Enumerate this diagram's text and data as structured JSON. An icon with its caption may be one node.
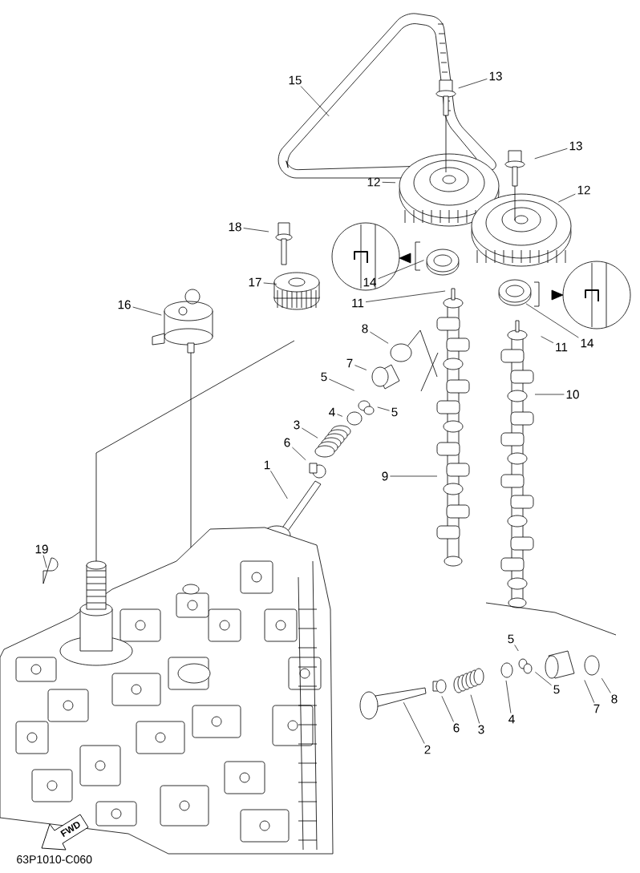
{
  "diagram": {
    "nodes": [
      {
        "text": [
          "15"
        ]
      },
      {
        "text": [
          "13"
        ]
      },
      {
        "text": [
          "13"
        ]
      },
      {
        "text": [
          "12"
        ]
      },
      {
        "text": [
          "12"
        ]
      },
      {
        "text": [
          "18"
        ]
      },
      {
        "text": [
          "17"
        ]
      },
      {
        "text": [
          "14"
        ]
      },
      {
        "text": [
          "14"
        ]
      },
      {
        "text": [
          "16"
        ]
      },
      {
        "text": [
          "11"
        ]
      },
      {
        "text": [
          "11"
        ]
      },
      {
        "text": [
          "8"
        ]
      },
      {
        "text": [
          "7"
        ]
      },
      {
        "text": [
          "10"
        ]
      },
      {
        "text": [
          "5"
        ]
      },
      {
        "text": [
          "4"
        ]
      },
      {
        "text": [
          "5"
        ]
      },
      {
        "text": [
          "3"
        ]
      },
      {
        "text": [
          "6"
        ]
      },
      {
        "text": [
          "1"
        ]
      },
      {
        "text": [
          "9"
        ]
      },
      {
        "text": [
          "19"
        ]
      },
      {
        "text": [
          "5"
        ]
      },
      {
        "text": [
          "2"
        ]
      },
      {
        "text": [
          "6"
        ]
      },
      {
        "text": [
          "3"
        ]
      },
      {
        "text": [
          "4"
        ]
      },
      {
        "text": [
          "5"
        ]
      },
      {
        "text": [
          "7"
        ]
      },
      {
        "text": [
          "8"
        ]
      }
    ],
    "edges": [
      {
        "from": 0,
        "to": null,
        "arrow": "none"
      },
      {
        "from": 1,
        "to": null,
        "arrow": "none"
      },
      {
        "from": 2,
        "to": null,
        "arrow": "none"
      },
      {
        "from": 3,
        "to": null,
        "arrow": "none"
      },
      {
        "from": 4,
        "to": null,
        "arrow": "none"
      },
      {
        "from": 5,
        "to": null,
        "arrow": "none"
      },
      {
        "from": 6,
        "to": null,
        "arrow": "none"
      },
      {
        "from": 7,
        "to": null,
        "arrow": "none"
      },
      {
        "from": 8,
        "to": null,
        "arrow": "none"
      },
      {
        "from": 9,
        "to": null,
        "arrow": "none"
      },
      {
        "from": 10,
        "to": null,
        "arrow": "none"
      },
      {
        "from": 11,
        "to": null,
        "arrow": "none"
      },
      {
        "from": 12,
        "to": null,
        "arrow": "none"
      },
      {
        "from": 13,
        "to": null,
        "arrow": "none"
      },
      {
        "from": 14,
        "to": null,
        "arrow": "none"
      },
      {
        "from": 15,
        "to": null,
        "arrow": "none"
      },
      {
        "from": 16,
        "to": null,
        "arrow": "none"
      },
      {
        "from": 17,
        "to": null,
        "arrow": "none"
      },
      {
        "from": 18,
        "to": null,
        "arrow": "none"
      },
      {
        "from": 19,
        "to": null,
        "arrow": "none"
      },
      {
        "from": 20,
        "to": null,
        "arrow": "none"
      },
      {
        "from": 21,
        "to": null,
        "arrow": "none"
      },
      {
        "from": 22,
        "to": null,
        "arrow": "none"
      },
      {
        "from": 23,
        "to": null,
        "arrow": "none"
      },
      {
        "from": 24,
        "to": null,
        "arrow": "none"
      },
      {
        "from": 25,
        "to": null,
        "arrow": "none"
      },
      {
        "from": 26,
        "to": null,
        "arrow": "none"
      },
      {
        "from": 27,
        "to": null,
        "arrow": "none"
      },
      {
        "from": 28,
        "to": null,
        "arrow": "none"
      },
      {
        "from": 29,
        "to": null,
        "arrow": "none"
      },
      {
        "from": 30,
        "to": null,
        "arrow": "none"
      }
    ],
    "labels": [
      "FWD",
      "63P1010-C060"
    ]
  }
}
